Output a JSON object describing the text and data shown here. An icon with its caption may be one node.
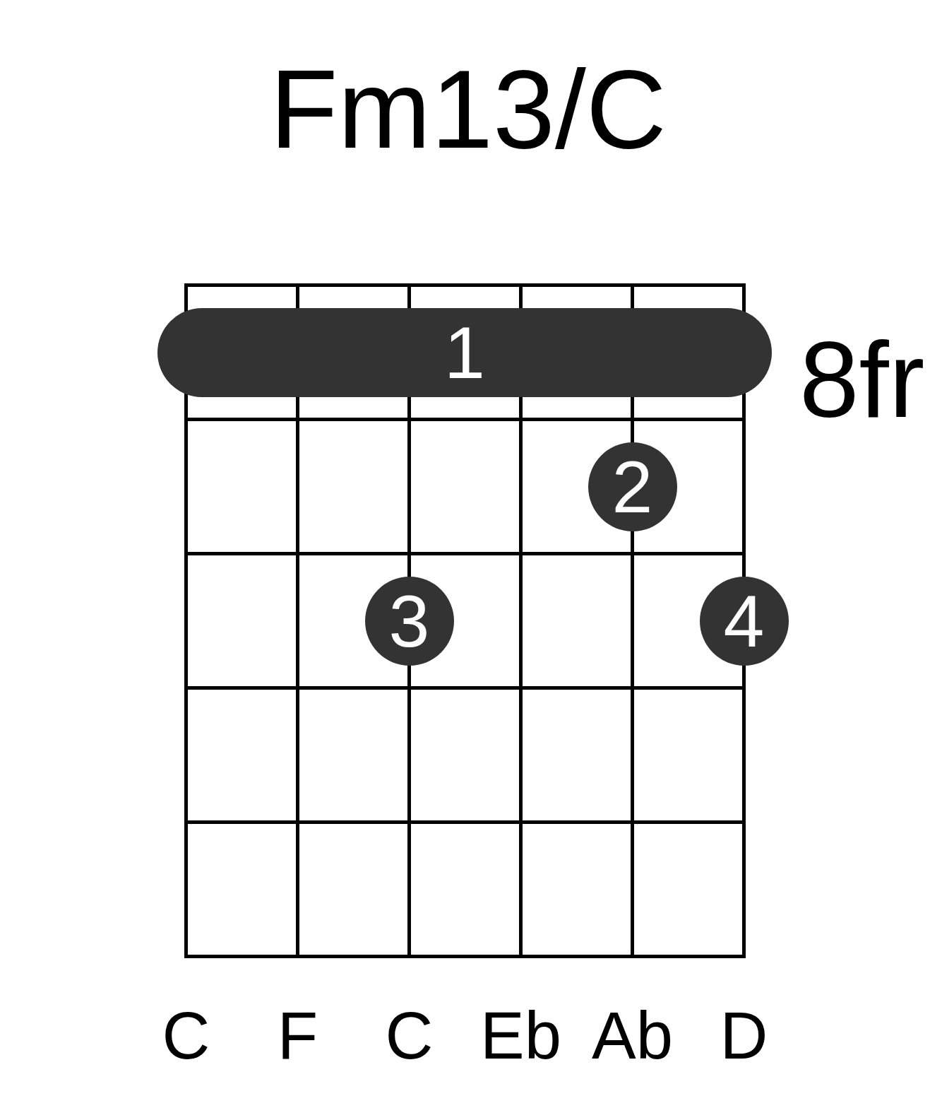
{
  "diagram": {
    "title": "Fm13/C",
    "nodes": [
      {
        "text": [
          "1"
        ]
      },
      {
        "text": [
          "2"
        ]
      },
      {
        "text": [
          "3"
        ]
      },
      {
        "text": [
          "4"
        ]
      }
    ],
    "labels": [
      "8fr",
      "C",
      "F",
      "C",
      "Eb",
      "Ab",
      "D"
    ]
  }
}
